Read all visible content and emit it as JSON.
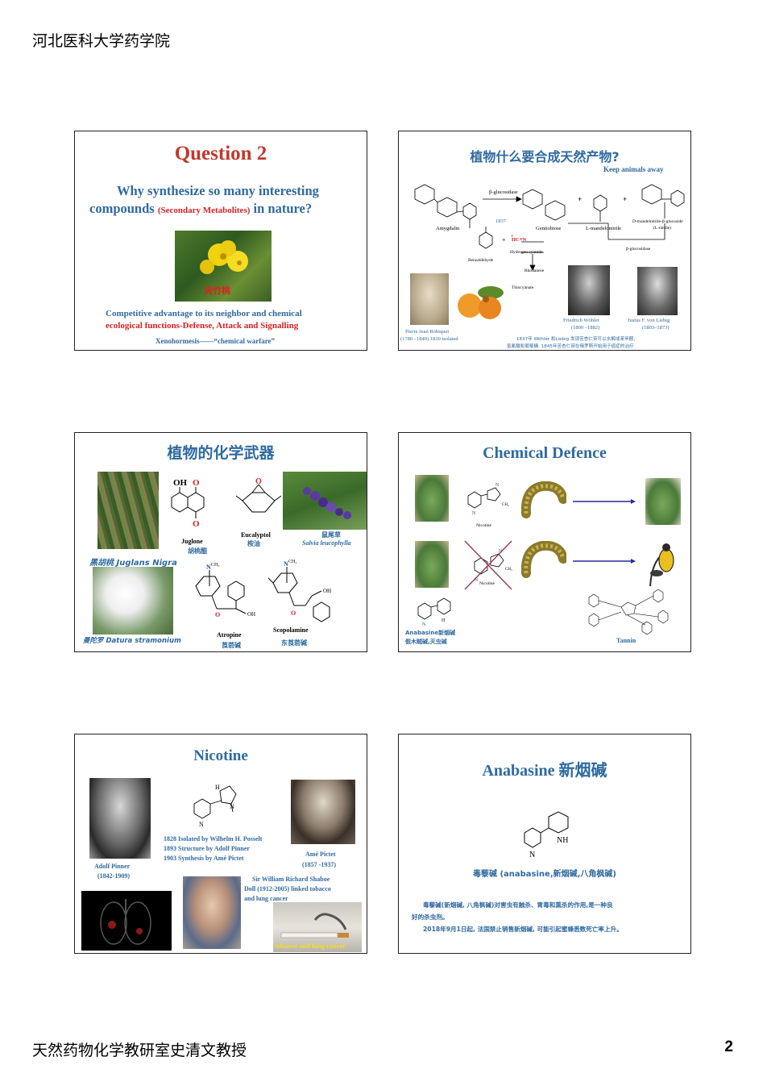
{
  "page": {
    "header": "河北医科大学药学院",
    "footer": "天然药物化学教研室史清文教授",
    "number": "2"
  },
  "slide1": {
    "title": "Question 2",
    "q_line1": "Why synthesize so many interesting",
    "q_line2a": "compounds ",
    "q_sec": "(Secondary Metabolites)",
    "q_line2b": " in nature?",
    "flower_label": "夹竹桃",
    "line1": "Competitive advantage to its neighbor and chemical",
    "line2": "ecological functions-Defense, Attack and Signalling",
    "line3": "Xenohormesis——“chemical warfare”",
    "colors": {
      "title": "#c0392b",
      "text": "#2f6aa0",
      "red": "#d62020"
    }
  },
  "slide2": {
    "title": "植物什么要合成天然产物?",
    "subtitle": "Keep animals away",
    "enzyme1": "β-glucosidase",
    "year": "1837",
    "amygdalin": "Amygdalin",
    "gentiobiose": "Gentiobiose",
    "mandelonitrile": "L-mandelonitrile",
    "dmg": "D-mandelnitrile-β-glucoside",
    "dmg2": "(L-nitrile)",
    "enzyme2": "β-glucosidase",
    "benzaldehyde": "Benzaldehyde",
    "hcn": "HC≡N",
    "hydrogen_cyanide": "Hydrogen cyanide",
    "rhodanese": "Rhodanese",
    "thiocyanate": "Thiocyanate",
    "robiquet1": "Pierre Jean Robiquet",
    "robiquet2": "(1780 –1840) 1830 isolated",
    "wohler1": "Friedrich Wöhler",
    "wohler2": "(1800 –1882)",
    "liebig1": "Justus F. von Liebig",
    "liebig2": "(1803–1873)",
    "note1": "1837年 Wöhler 和Liebig 发现苦杏仁苷可以水解成苯甲醛、",
    "note2": "氢氰酸和葡萄糖. 1845年苦杏仁苷在俄罗斯开始用于癌症的治疗"
  },
  "slide3": {
    "title": "植物的化学武器",
    "juglone": "Juglone",
    "juglone_cn": "胡桃醌",
    "eucalyptol": "Eucalyptol",
    "eucalyptol_cn": "桉油",
    "salvia_cn": "鼠尾草",
    "salvia": "Salvia leucophylla",
    "walnut": "黑胡桃 Juglans Nigra",
    "datura": "曼陀罗 Datura stramonium",
    "atropine": "Atropine",
    "atropine_cn": "莨菪碱",
    "scopolamine": "Scopolamine",
    "scopolamine_cn": "东莨菪碱"
  },
  "slide4": {
    "title": "Chemical Defence",
    "nicotine1": "Nicotine",
    "nicotine2": "Nicotine",
    "anabasine1": "Anabasine新烟碱",
    "anabasine2": "假木贼碱,灭虫碱",
    "tannin": "Tannin"
  },
  "slide5": {
    "title": "Nicotine",
    "pinner1": "Adolf Pinner",
    "pinner2": "(1842-1909)",
    "hist1": "1828 Isolated by Wilhelm H. Posselt",
    "hist2": "1893 Structure by Adolf  Pinner",
    "hist3": "1903 Synthesis by Amé Pictet",
    "pictet1": "Amé Pictet",
    "pictet2": "(1857 -1937)",
    "doll1": "Sir William Richard Shaboe",
    "doll2": "Doll (1912-2005) linked tobacco",
    "doll3": "and lung cancer",
    "tobacco": "tobacco and lung cancer"
  },
  "slide6": {
    "title": "Anabasine 新烟碱",
    "caption": "毒藜碱 (anabasine,新烟碱,八角枫碱)",
    "p1a": "毒藜碱(新烟碱, 八角枫碱)对害虫有触杀、胃毒和熏杀的作用,是一种良",
    "p1b": "好的杀虫剂。",
    "p2": "2018年9月1日起, 法国禁止销售新烟碱, 可能引起蜜蜂悉数死亡率上升。"
  }
}
